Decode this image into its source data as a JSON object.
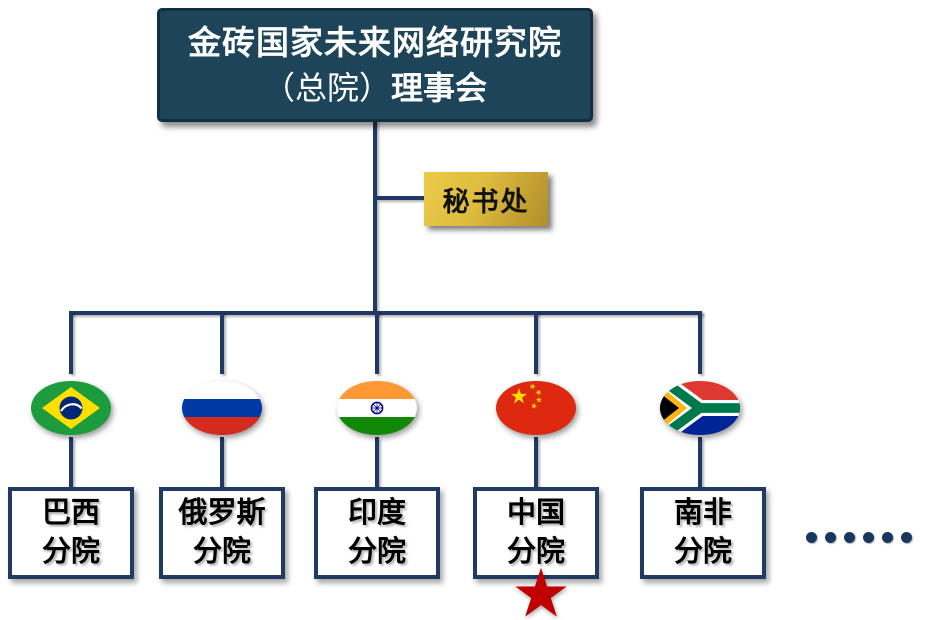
{
  "diagram": {
    "header": {
      "line1": "金砖国家未来网络研究院",
      "line2_normal": "（总院）",
      "line2_bold": "理事会"
    },
    "secretariat": {
      "label": "秘书处"
    },
    "branches": [
      {
        "id": "brazil",
        "flag_icon": "brazil-flag",
        "name": "巴西",
        "suffix": "分院",
        "starred": false
      },
      {
        "id": "russia",
        "flag_icon": "russia-flag",
        "name": "俄罗斯",
        "suffix": "分院",
        "starred": false
      },
      {
        "id": "india",
        "flag_icon": "india-flag",
        "name": "印度",
        "suffix": "分院",
        "starred": false
      },
      {
        "id": "china",
        "flag_icon": "china-flag",
        "name": "中国",
        "suffix": "分院",
        "starred": true
      },
      {
        "id": "south-africa",
        "flag_icon": "south-africa-flag",
        "name": "南非",
        "suffix": "分院",
        "starred": false
      }
    ],
    "more_indicator": {
      "dot_count": 6
    }
  },
  "colors": {
    "header_fill": "#1E4459",
    "line": "#1F3864",
    "box_border": "#203A64",
    "gold_light": "#EBCC49",
    "gold_dark": "#B28E2A",
    "star_red": "#C00000",
    "dot": "#17375E"
  }
}
